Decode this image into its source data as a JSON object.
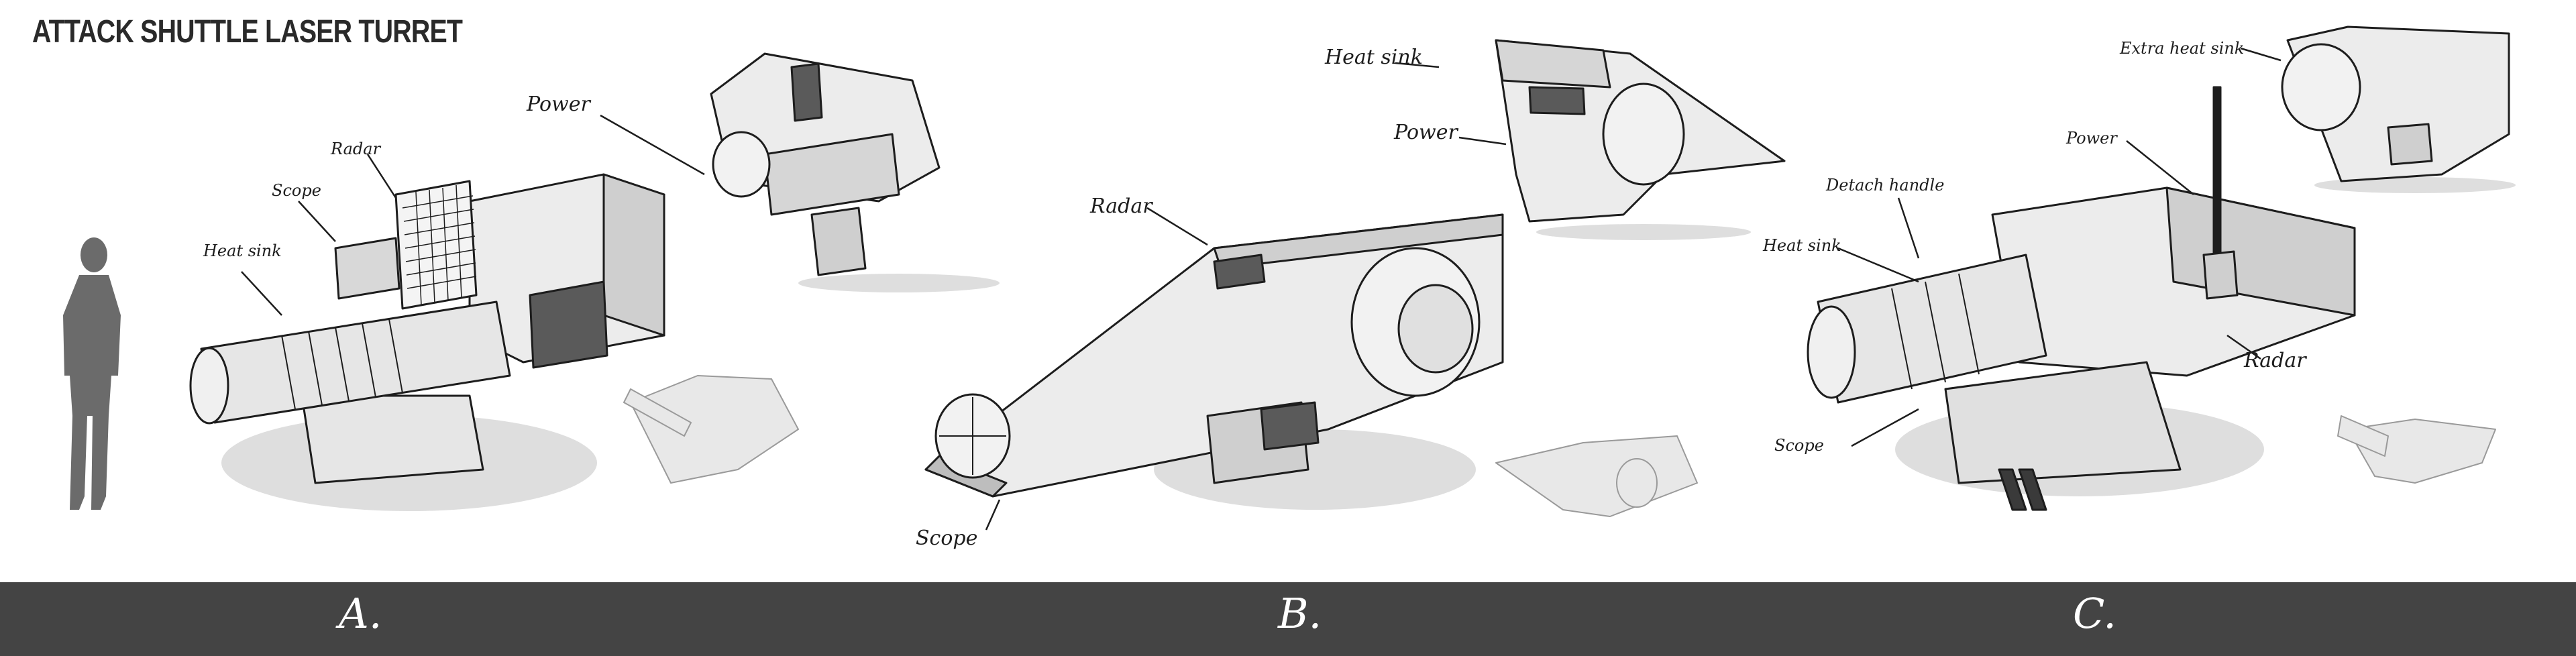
{
  "sheet": {
    "title": "ATTACK SHUTTLE LASER TURRET",
    "palette": {
      "line": "#1d1d1d",
      "light": "#e6e6e6",
      "mid": "#bdbdbd",
      "dark": "#5a5a5a",
      "band": "#444444"
    }
  },
  "variants": [
    {
      "label": "A.",
      "callouts": [
        "Power",
        "Radar",
        "Scope",
        "Heat sink"
      ]
    },
    {
      "label": "B.",
      "callouts": [
        "Heat sink",
        "Power",
        "Radar",
        "Scope"
      ]
    },
    {
      "label": "C.",
      "callouts": [
        "Extra heat sink",
        "Power",
        "Detach handle",
        "Heat sink",
        "Radar",
        "Scope"
      ]
    }
  ]
}
